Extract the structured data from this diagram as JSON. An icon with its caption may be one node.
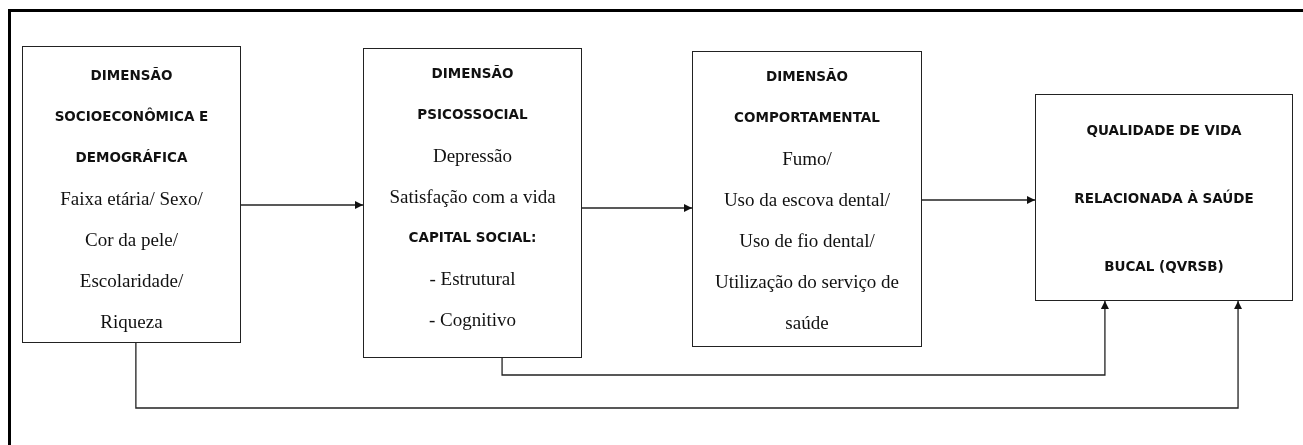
{
  "diagram": {
    "nodes": [
      {
        "text": [
          "DIMENSÃO SOCIOECONÔMICA E DEMOGRÁFICA",
          "Faixa etária/ Sexo/ Cor da pele/ Escolaridade/ Riqueza"
        ]
      },
      {
        "text": [
          "DIMENSÃO PSICOSSOCIAL",
          "Depressão",
          "Satisfação com a vida",
          "CAPITAL SOCIAL:",
          "- Estrutural",
          "- Cognitivo"
        ]
      },
      {
        "text": [
          "DIMENSÃO COMPORTAMENTAL",
          "Fumo/",
          "Uso da escova dental/",
          "Uso de fio dental/",
          "Utilização do serviço de saúde"
        ]
      },
      {
        "text": [
          "QUALIDADE DE VIDA RELACIONADA À SAÚDE BUCAL (QVRSB)"
        ]
      }
    ],
    "edges": [
      {
        "from": 0,
        "to": 1,
        "arrow": "to"
      },
      {
        "from": 1,
        "to": 2,
        "arrow": "to"
      },
      {
        "from": 2,
        "to": 3,
        "arrow": "to"
      },
      {
        "from": 1,
        "to": 3,
        "arrow": "to"
      },
      {
        "from": 0,
        "to": 3,
        "arrow": "to"
      }
    ]
  }
}
